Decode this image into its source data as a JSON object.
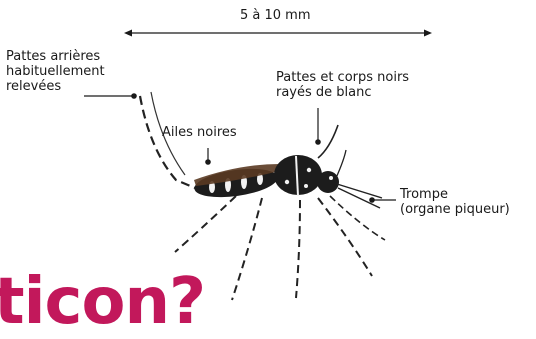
{
  "measurement": {
    "label": "5 à 10 mm"
  },
  "callouts": {
    "hind_legs": [
      "Pattes arrières",
      "habituellement",
      "relevées"
    ],
    "legs_body": [
      "Pattes et corps noirs",
      "rayés de blanc"
    ],
    "wings": [
      "Ailes noires"
    ],
    "proboscis": [
      "Trompe",
      "(organe piqueur)"
    ]
  },
  "cropped_heading": {
    "text": "ticon?"
  },
  "colors": {
    "accent": "#c2185b",
    "leader_line": "#1a1a1a",
    "mosquito_body": "#1c1c1c",
    "wing": "#5a3a22",
    "stripe": "#f2f2f2"
  },
  "icons": [
    "arrow-left-icon",
    "arrow-right-icon",
    "mosquito-illustration"
  ]
}
